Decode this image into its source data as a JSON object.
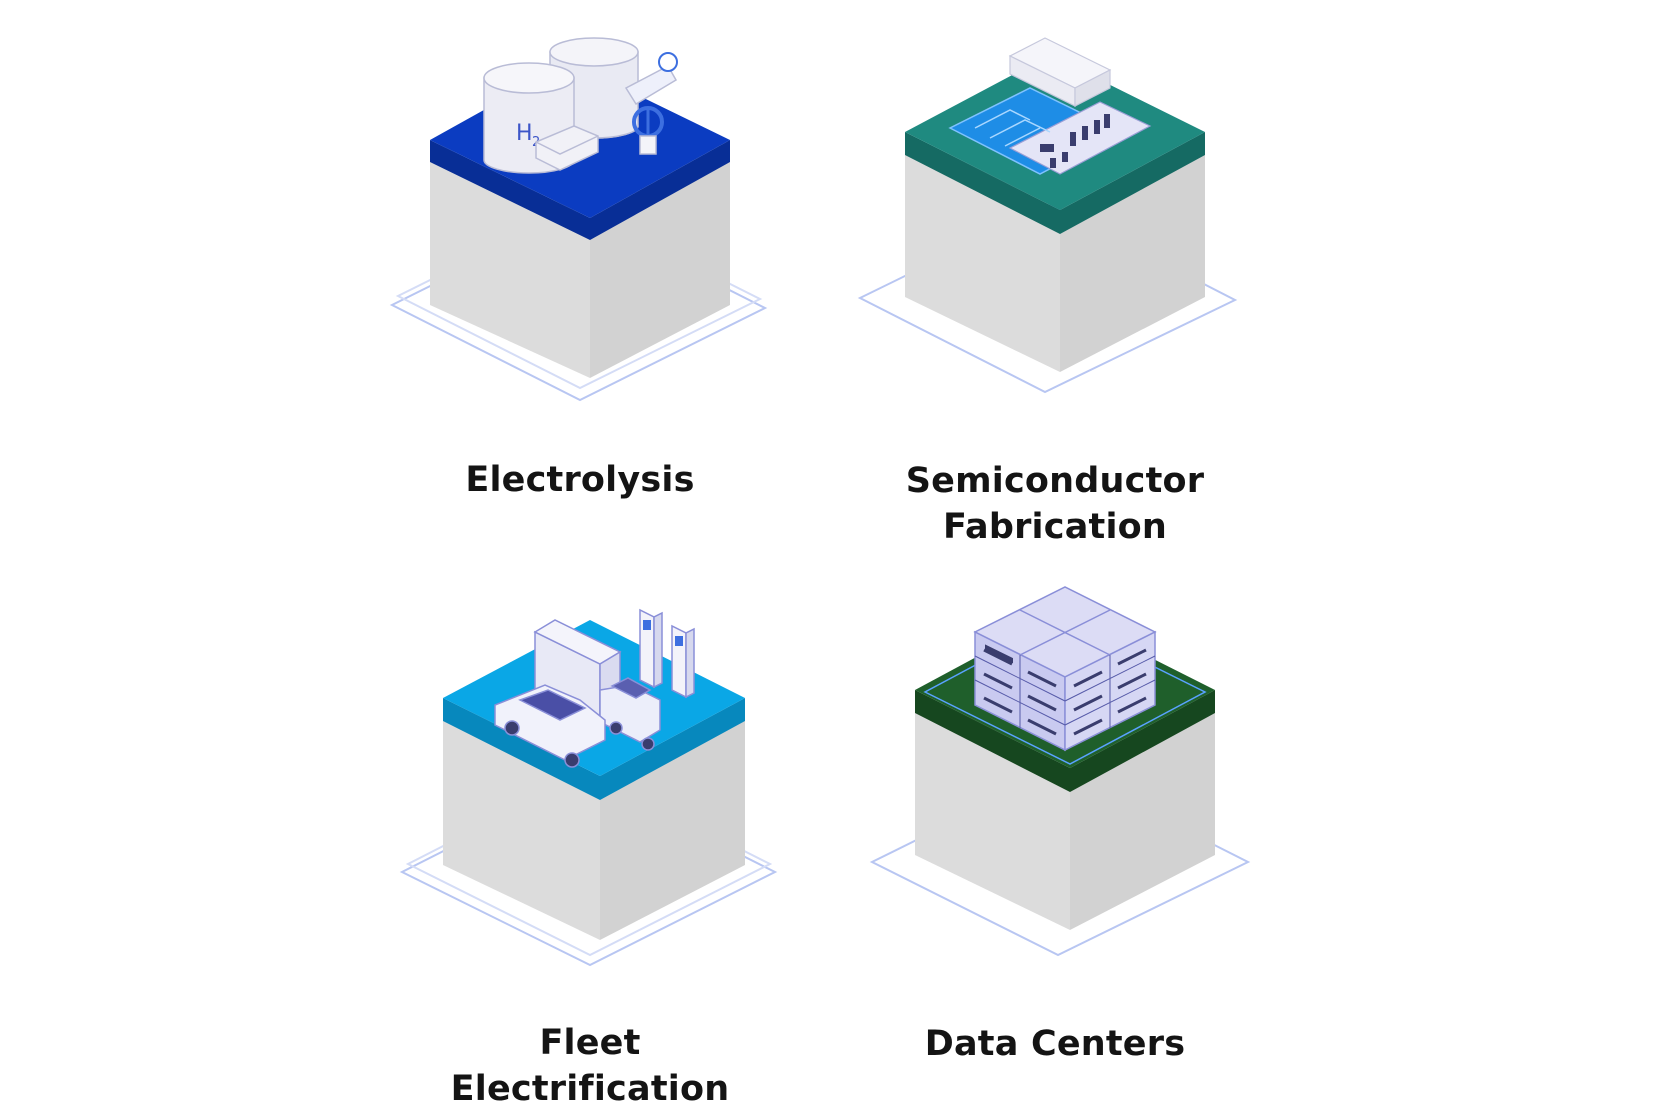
{
  "tiles": [
    {
      "id": "electrolysis",
      "label_lines": [
        "Electrolysis"
      ],
      "top_color": "#0b3cc1",
      "top_side_color": "#082e96",
      "icon": "hydrogen-tanks-icon",
      "icon_text": "H",
      "icon_subscript": "2"
    },
    {
      "id": "semiconductor",
      "label_lines": [
        "Semiconductor",
        "Fabrication"
      ],
      "top_color": "#1f8a80",
      "top_side_color": "#156a63",
      "icon": "circuit-board-icon"
    },
    {
      "id": "fleet",
      "label_lines": [
        "Fleet",
        "Electrification"
      ],
      "top_color": "#0aa7e6",
      "top_side_color": "#0788bd",
      "icon": "ev-charging-vehicles-icon"
    },
    {
      "id": "datacenters",
      "label_lines": [
        "Data Centers"
      ],
      "top_color": "#1f5f2b",
      "top_side_color": "#16471f",
      "icon": "server-racks-icon"
    }
  ],
  "colors": {
    "block_side": "#dcdcdc",
    "block_side_dark": "#cfcfcf",
    "outline": "#b8c6f2",
    "object": "#e6e7f7",
    "object_stroke": "#8a8fd8"
  }
}
